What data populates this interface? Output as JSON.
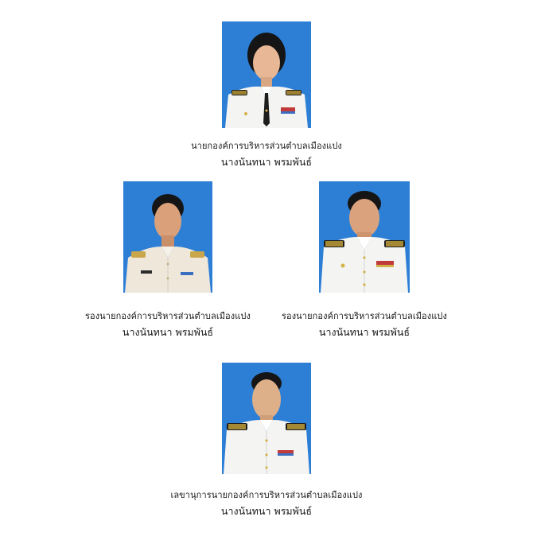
{
  "people": [
    {
      "position": "นายกองค์การบริหารส่วนตำบลเมืองแปง",
      "name": "นางนันทนา พรมพันธ์"
    },
    {
      "position": "รองนายกองค์การบริหารส่วนตำบลเมืองแปง",
      "name": "นางนันทนา พรมพันธ์"
    },
    {
      "position": "รองนายกองค์การบริหารส่วนตำบลเมืองแปง",
      "name": "นางนันทนา พรมพันธ์"
    },
    {
      "position": "เลขานุการนายกองค์การบริหารส่วนตำบลเมืองแปง",
      "name": "นางนันทนา พรมพันธ์"
    }
  ],
  "colors": {
    "photo_background": "#2d7fd6",
    "uniform": "#f4f4f2",
    "text": "#1a1a1a"
  }
}
